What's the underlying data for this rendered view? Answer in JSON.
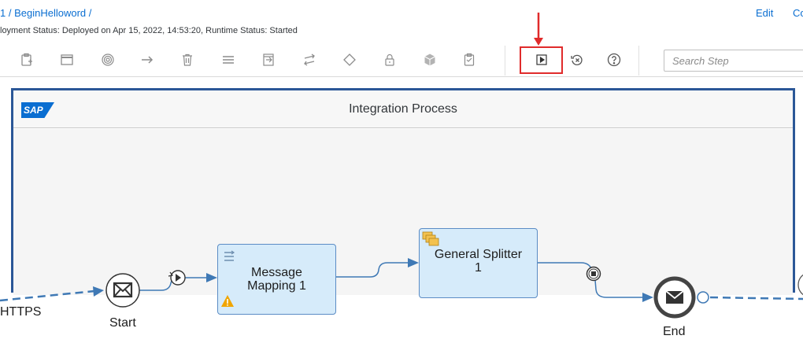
{
  "header": {
    "breadcrumb_prefix": "1 /",
    "breadcrumb_link": "BeginHelloword",
    "breadcrumb_suffix": "/",
    "status": "loyment Status: Deployed on Apr 15, 2022, 14:53:20, Runtime Status: Started",
    "edit_label": "Edit",
    "more_label": "Co"
  },
  "toolbar": {
    "icons": [
      "add-step-icon",
      "window-icon",
      "target-icon",
      "arrow-right-icon",
      "delete-icon",
      "menu-icon",
      "export-icon",
      "swap-icon",
      "diamond-icon",
      "lock-icon",
      "package-icon",
      "clipboard-icon",
      "play-icon",
      "cancel-icon",
      "help-icon"
    ],
    "search_placeholder": "Search Step"
  },
  "diagram": {
    "pool_title": "Integration Process",
    "logo_text": "SAP",
    "sender_label": "HTTPS",
    "start_label": "Start",
    "end_label": "End",
    "right_label": "",
    "message_mapping": "Message\nMapping 1",
    "general_splitter": "General Splitter\n1",
    "colors": {
      "pool_border": "#2b5797",
      "task_fill": "#d6ebfa",
      "flow_line": "#3f79b5",
      "highlight": "#e02b2b"
    }
  }
}
